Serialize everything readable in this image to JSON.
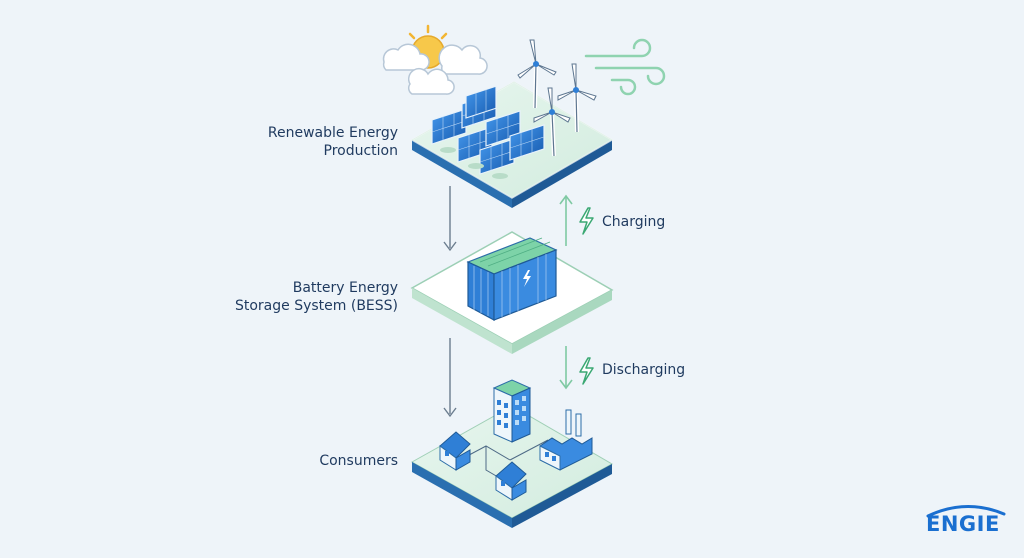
{
  "layers": {
    "production": {
      "line1": "Renewable Energy",
      "line2": "Production"
    },
    "storage": {
      "line1": "Battery Energy",
      "line2": "Storage System (BESS)"
    },
    "consumers": {
      "line1": "Consumers"
    }
  },
  "flows": {
    "charging": "Charging",
    "discharging": "Discharging"
  },
  "brand": {
    "logo_text": "ENGIE"
  },
  "colors": {
    "platform_top": "#dff2e8",
    "platform_side": "#2a6fb0",
    "accent_green": "#7fc9a3",
    "arrow_gray": "#6b7d8f",
    "panel_blue": "#2f7fd6",
    "text_dark": "#1f3a5f",
    "brand_blue": "#1a6fd0"
  },
  "icons": [
    "sun-icon",
    "cloud-icon",
    "wind-icon",
    "solar-panel-icon",
    "wind-turbine-icon",
    "battery-container-icon",
    "lightning-icon",
    "office-building-icon",
    "house-icon",
    "factory-icon"
  ]
}
